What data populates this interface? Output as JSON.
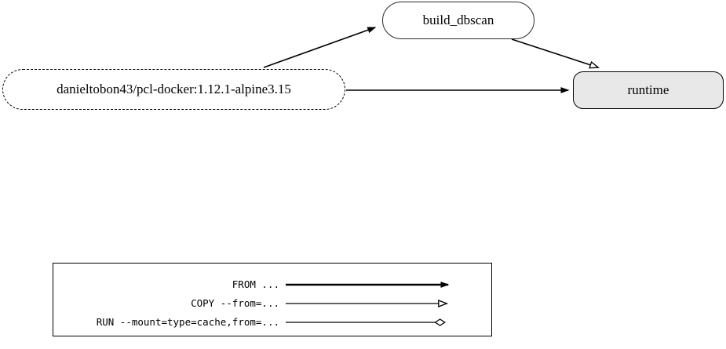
{
  "diagram": {
    "type": "docker-multistage-build-graph",
    "nodes": [
      {
        "id": "base-image",
        "label": "danieltobon43/pcl-docker:1.12.1-alpine3.15",
        "shape": "rounded-rectangle",
        "style": "dashed",
        "fill": "#ffffff",
        "stroke": "#000000"
      },
      {
        "id": "build_dbscan",
        "label": "build_dbscan",
        "shape": "rounded-rectangle",
        "style": "solid",
        "fill": "#ffffff",
        "stroke": "#2b2b2b"
      },
      {
        "id": "runtime",
        "label": "runtime",
        "shape": "rounded-rectangle",
        "style": "solid",
        "fill": "#e8e8e8",
        "stroke": "#000000"
      }
    ],
    "edges": [
      {
        "from": "base-image",
        "to": "build_dbscan",
        "arrowhead": "filled-triangle",
        "relation": "FROM"
      },
      {
        "from": "base-image",
        "to": "runtime",
        "arrowhead": "filled-triangle",
        "relation": "FROM"
      },
      {
        "from": "build_dbscan",
        "to": "runtime",
        "arrowhead": "hollow-triangle",
        "relation": "COPY --from="
      }
    ]
  },
  "legend": {
    "items": [
      {
        "label": "FROM ...",
        "arrowhead": "filled-triangle",
        "line_width": 2.4
      },
      {
        "label": "COPY --from=...",
        "arrowhead": "hollow-triangle",
        "line_width": 1.3
      },
      {
        "label": "RUN --mount=type=cache,from=...",
        "arrowhead": "hollow-diamond",
        "line_width": 1.3
      }
    ]
  },
  "colors": {
    "background": "#ffffff",
    "stroke": "#000000",
    "final_stage_fill": "#e8e8e8",
    "node_fill": "#ffffff"
  }
}
